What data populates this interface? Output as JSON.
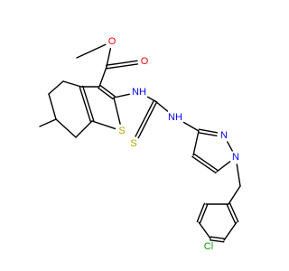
{
  "colors": {
    "carbon": "#000000",
    "oxygen": "#ff0000",
    "nitrogen": "#0000ff",
    "sulfur": "#b8a000",
    "chlorine": "#00a000",
    "background": "#ffffff"
  },
  "atoms": {
    "o_carbonyl": "O",
    "o_ester": "O",
    "s_thiophene": "S",
    "nh_left": "NH",
    "s_thione": "S",
    "nh_right": "NH",
    "n_pyrazole_2": "N",
    "n_pyrazole_1": "N",
    "cl": "Cl"
  }
}
